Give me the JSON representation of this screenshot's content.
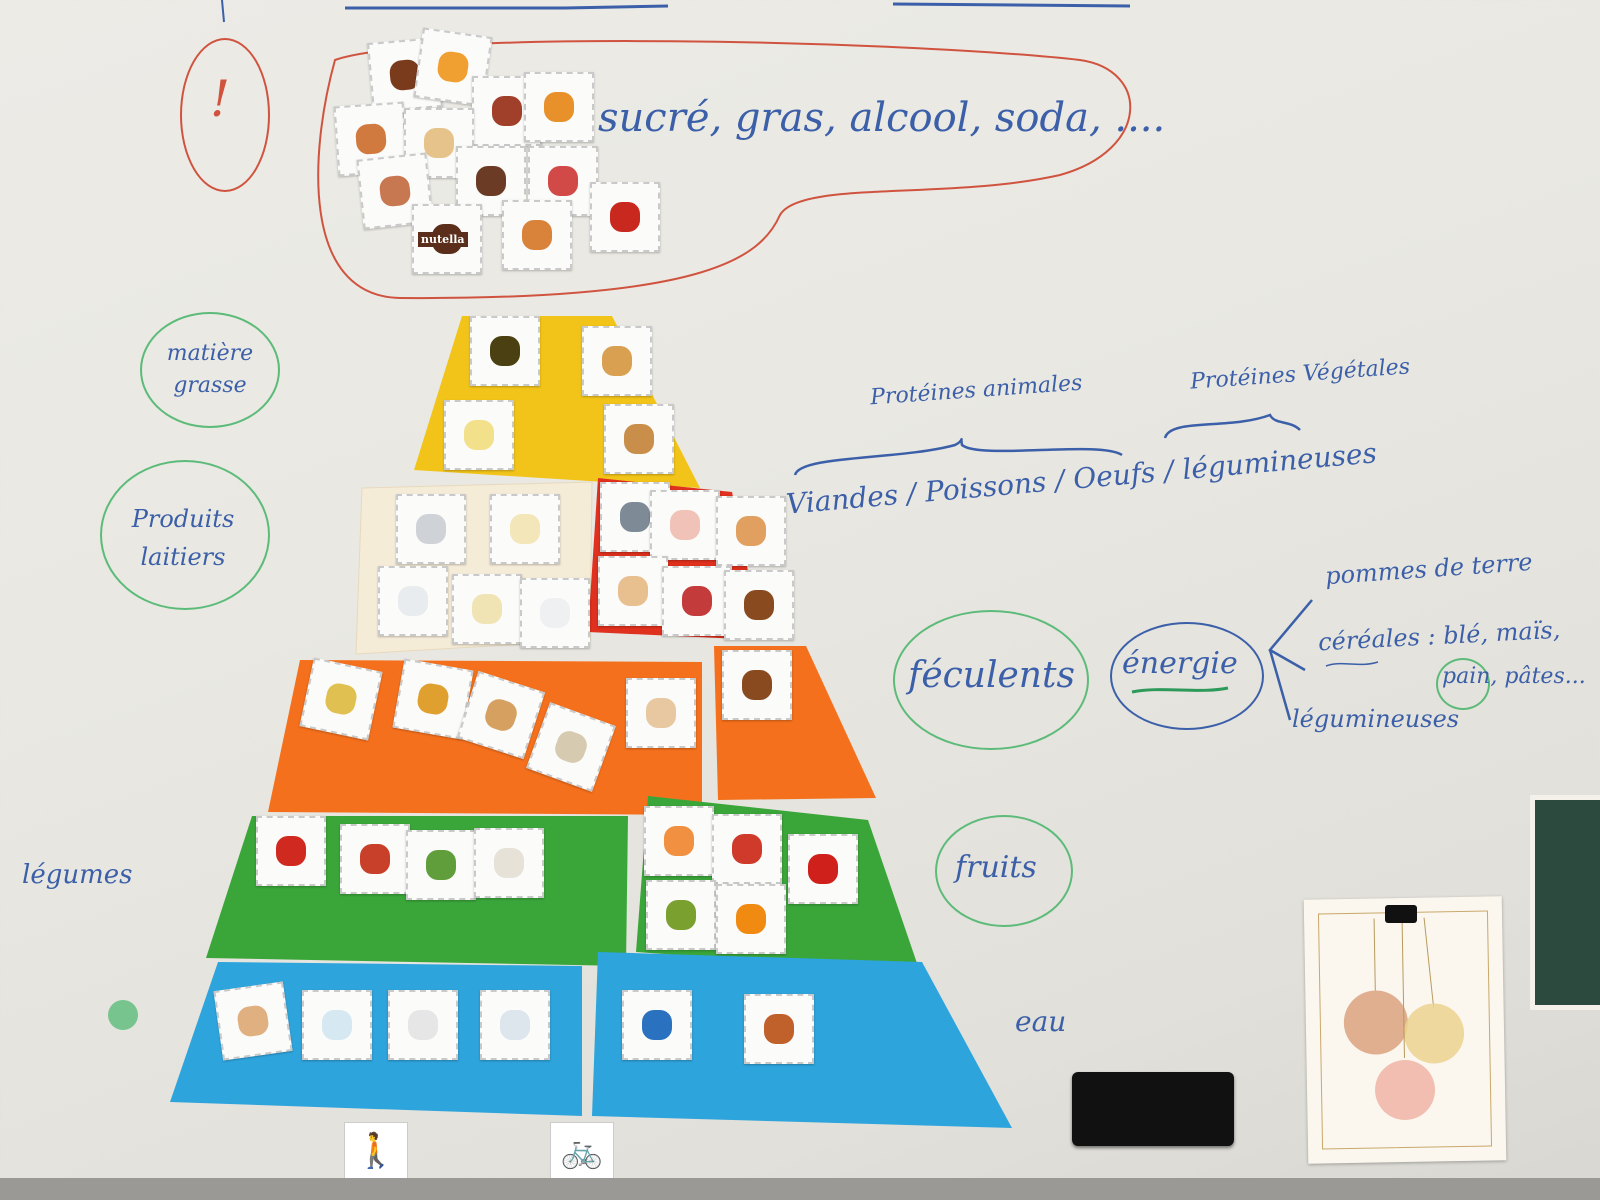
{
  "board": {
    "warning": "!",
    "junk_food": "sucré, gras, alcool, soda, ....",
    "fats": "matière grasse",
    "dairy": "Produits laitiers",
    "animal_proteins": "Protéines animales",
    "plant_proteins": "Protéines Végétales",
    "proteins_line": "Viandes / Poissons / Oeufs / légumineuses",
    "starches": "féculents",
    "energy": "énergie",
    "potatoes": "pommes de terre",
    "cereals": "céréales : blé, maïs,",
    "cereals_more": "pain, pâtes...",
    "legumes_pulses": "légumineuses",
    "fruits": "fruits",
    "vegetables": "légumes",
    "water": "eau",
    "jar_label": "nutella"
  },
  "colors": {
    "marker_blue": "#3b5fa8",
    "marker_green": "#5dbb7a",
    "marker_red": "#d0533f",
    "tier_yellow": "#f2c419",
    "tier_cream": "#f5ecd8",
    "tier_red": "#e0301e",
    "tier_orange": "#f5701c",
    "tier_green": "#3aa63a",
    "tier_blue": "#2ea4dc"
  },
  "activity_icons": [
    "walking-icon",
    "cycling-icon"
  ]
}
